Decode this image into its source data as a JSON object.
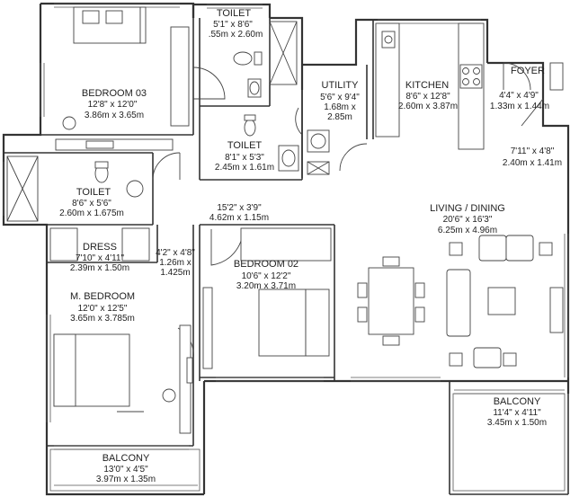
{
  "rooms": {
    "bedroom3": {
      "name": "BEDROOM 03",
      "imperial": "12'8\" x 12'0\"",
      "metric": "3.86m x 3.65m"
    },
    "toilet_top": {
      "name": "TOILET",
      "imperial": "5'1\" x 8'6\"",
      "metric": ".55m x 2.60m"
    },
    "utility": {
      "name": "UTILITY",
      "imperial": "5'6\" x 9'4\"",
      "metric1": "1.68m x",
      "metric2": "2.85m"
    },
    "kitchen": {
      "name": "KITCHEN",
      "imperial": "8'6\" x 12'8\"",
      "metric": "2.60m x 3.87m"
    },
    "foyer": {
      "name": "FOYER",
      "imperial": "4'4\" x 4'9\"",
      "metric": "1.33m x 1.44m"
    },
    "passage_right": {
      "imperial": "7'11\" x 4'8\"",
      "metric": "2.40m x 1.41m"
    },
    "toilet_mid": {
      "name": "TOILET",
      "imperial": "8'1\" x 5'3\"",
      "metric": "2.45m x 1.61m"
    },
    "toilet_left": {
      "name": "TOILET",
      "imperial": "8'6\" x 5'6\"",
      "metric": "2.60m x 1.675m"
    },
    "passage_mid": {
      "imperial": "15'2\" x 3'9\"",
      "metric": "4.62m x 1.15m"
    },
    "living": {
      "name": "LIVING / DINING",
      "imperial": "20'6\" x 16'3\"",
      "metric": "6.25m x 4.96m"
    },
    "dress": {
      "name": "DRESS",
      "imperial": "7'10\" x 4'11\"",
      "metric": "2.39m x 1.50m"
    },
    "small_passage": {
      "imperial": "4'2\" x 4'8\"",
      "metric1": "1.26m x",
      "metric2": "1.425m"
    },
    "bedroom2": {
      "name": "BEDROOM 02",
      "imperial": "10'6\" x 12'2\"",
      "metric": "3.20m x 3.71m"
    },
    "master": {
      "name": "M. BEDROOM",
      "imperial": "12'0\" x 12'5\"",
      "metric": "3.65m x 3.785m"
    },
    "balcony_right": {
      "name": "BALCONY",
      "imperial": "11'4\" x 4'11\"",
      "metric": "3.45m x 1.50m"
    },
    "balcony_left": {
      "name": "BALCONY",
      "imperial": "13'0\" x 4'5\"",
      "metric": "3.97m x 1.35m"
    }
  }
}
